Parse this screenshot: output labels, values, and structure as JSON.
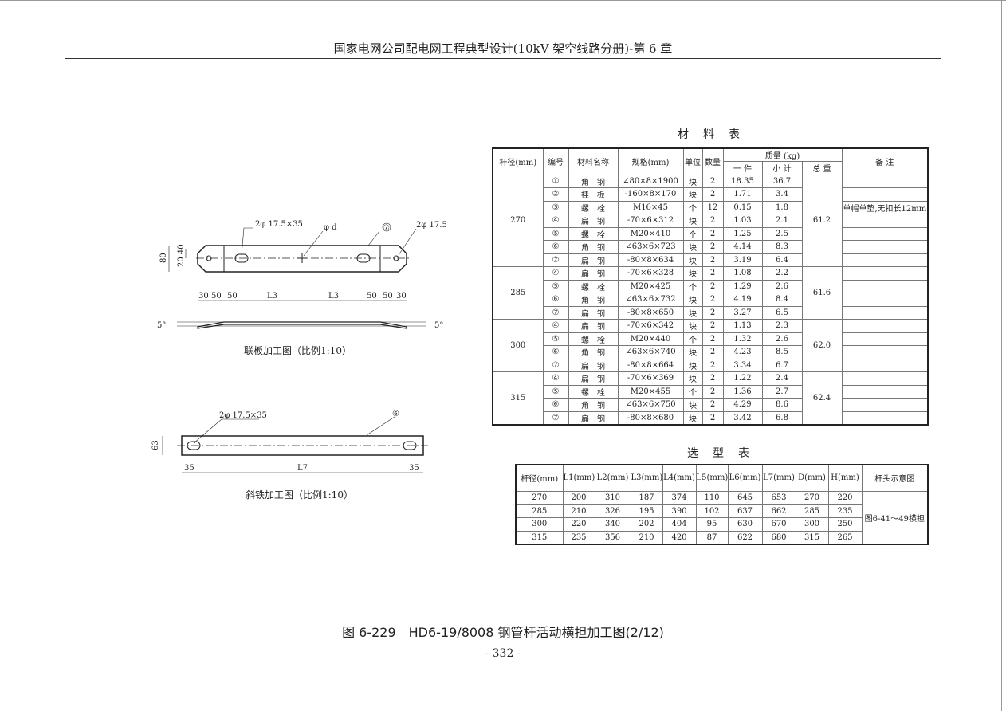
{
  "header": "国家电网公司配电网工程典型设计(10kV 架空线路分册)-第 6 章",
  "material_table": {
    "title": "材料表",
    "headers": {
      "diameter": "杆径(mm)",
      "no": "编号",
      "name": "材料名称",
      "spec": "规格(mm)",
      "unit": "单位",
      "qty": "数量",
      "mass": "质量 (kg)",
      "per": "一 件",
      "sub": "小 计",
      "total": "总 重",
      "remark": "备 注"
    },
    "groups": [
      {
        "diameter": "270",
        "total": "61.2",
        "rows": [
          {
            "no": "①",
            "name": "角　钢",
            "spec": "∠80×8×1900",
            "unit": "块",
            "qty": "2",
            "per": "18.35",
            "sub": "36.7",
            "remark": ""
          },
          {
            "no": "②",
            "name": "挂　板",
            "spec": "-160×8×170",
            "unit": "块",
            "qty": "2",
            "per": "1.71",
            "sub": "3.4",
            "remark": ""
          },
          {
            "no": "③",
            "name": "螺　栓",
            "spec": "M16×45",
            "unit": "个",
            "qty": "12",
            "per": "0.15",
            "sub": "1.8",
            "remark": "单帽单垫,无扣长12mm"
          },
          {
            "no": "④",
            "name": "扁　钢",
            "spec": "-70×6×312",
            "unit": "块",
            "qty": "2",
            "per": "1.03",
            "sub": "2.1",
            "remark": ""
          },
          {
            "no": "⑤",
            "name": "螺　栓",
            "spec": "M20×410",
            "unit": "个",
            "qty": "2",
            "per": "1.25",
            "sub": "2.5",
            "remark": ""
          },
          {
            "no": "⑥",
            "name": "角　钢",
            "spec": "∠63×6×723",
            "unit": "块",
            "qty": "2",
            "per": "4.14",
            "sub": "8.3",
            "remark": ""
          },
          {
            "no": "⑦",
            "name": "扁　钢",
            "spec": "-80×8×634",
            "unit": "块",
            "qty": "2",
            "per": "3.19",
            "sub": "6.4",
            "remark": ""
          }
        ]
      },
      {
        "diameter": "285",
        "total": "61.6",
        "rows": [
          {
            "no": "④",
            "name": "扁　钢",
            "spec": "-70×6×328",
            "unit": "块",
            "qty": "2",
            "per": "1.08",
            "sub": "2.2",
            "remark": ""
          },
          {
            "no": "⑤",
            "name": "螺　栓",
            "spec": "M20×425",
            "unit": "个",
            "qty": "2",
            "per": "1.29",
            "sub": "2.6",
            "remark": ""
          },
          {
            "no": "⑥",
            "name": "角　钢",
            "spec": "∠63×6×732",
            "unit": "块",
            "qty": "2",
            "per": "4.19",
            "sub": "8.4",
            "remark": ""
          },
          {
            "no": "⑦",
            "name": "扁　钢",
            "spec": "-80×8×650",
            "unit": "块",
            "qty": "2",
            "per": "3.27",
            "sub": "6.5",
            "remark": ""
          }
        ]
      },
      {
        "diameter": "300",
        "total": "62.0",
        "rows": [
          {
            "no": "④",
            "name": "扁　钢",
            "spec": "-70×6×342",
            "unit": "块",
            "qty": "2",
            "per": "1.13",
            "sub": "2.3",
            "remark": ""
          },
          {
            "no": "⑤",
            "name": "螺　栓",
            "spec": "M20×440",
            "unit": "个",
            "qty": "2",
            "per": "1.32",
            "sub": "2.6",
            "remark": ""
          },
          {
            "no": "⑥",
            "name": "角　钢",
            "spec": "∠63×6×740",
            "unit": "块",
            "qty": "2",
            "per": "4.23",
            "sub": "8.5",
            "remark": ""
          },
          {
            "no": "⑦",
            "name": "扁　钢",
            "spec": "-80×8×664",
            "unit": "块",
            "qty": "2",
            "per": "3.34",
            "sub": "6.7",
            "remark": ""
          }
        ]
      },
      {
        "diameter": "315",
        "total": "62.4",
        "rows": [
          {
            "no": "④",
            "name": "扁　钢",
            "spec": "-70×6×369",
            "unit": "块",
            "qty": "2",
            "per": "1.22",
            "sub": "2.4",
            "remark": ""
          },
          {
            "no": "⑤",
            "name": "螺　栓",
            "spec": "M20×455",
            "unit": "个",
            "qty": "2",
            "per": "1.36",
            "sub": "2.7",
            "remark": ""
          },
          {
            "no": "⑥",
            "name": "角　钢",
            "spec": "∠63×6×750",
            "unit": "块",
            "qty": "2",
            "per": "4.29",
            "sub": "8.6",
            "remark": ""
          },
          {
            "no": "⑦",
            "name": "扁　钢",
            "spec": "-80×8×680",
            "unit": "块",
            "qty": "2",
            "per": "3.42",
            "sub": "6.8",
            "remark": ""
          }
        ]
      }
    ]
  },
  "selection_table": {
    "title": "选型表",
    "headers": [
      "杆径(mm)",
      "L1(mm)",
      "L2(mm)",
      "L3(mm)",
      "L4(mm)",
      "L5(mm)",
      "L6(mm)",
      "L7(mm)",
      "D(mm)",
      "H(mm)",
      "杆头示意图"
    ],
    "rows": [
      [
        "270",
        "200",
        "310",
        "187",
        "374",
        "110",
        "645",
        "653",
        "270",
        "220"
      ],
      [
        "285",
        "210",
        "326",
        "195",
        "390",
        "102",
        "637",
        "662",
        "285",
        "235"
      ],
      [
        "300",
        "220",
        "340",
        "202",
        "404",
        "95",
        "630",
        "670",
        "300",
        "250"
      ],
      [
        "315",
        "235",
        "356",
        "210",
        "420",
        "87",
        "622",
        "680",
        "315",
        "265"
      ]
    ],
    "diagram_ref": "图6-41～49横担"
  },
  "drawing1": {
    "labels": {
      "slot": "2φ 17.5×35",
      "hole_d": "φ d",
      "part": "⑦",
      "hole": "2φ 17.5",
      "h80": "80",
      "h2040": "20 40",
      "d30": "30",
      "d50": "50",
      "L3": "L3",
      "angle": "5°"
    },
    "caption": "联板加工图（比例1:10）"
  },
  "drawing2": {
    "labels": {
      "slot": "2φ 17.5×35",
      "part": "⑥",
      "h63": "63",
      "d35": "35",
      "L7": "L7"
    },
    "caption": "斜铁加工图（比例1:10）"
  },
  "caption": "图 6-229　HD6-19/8008 钢管杆活动横担加工图(2/12)",
  "page_number": "- 332 -"
}
